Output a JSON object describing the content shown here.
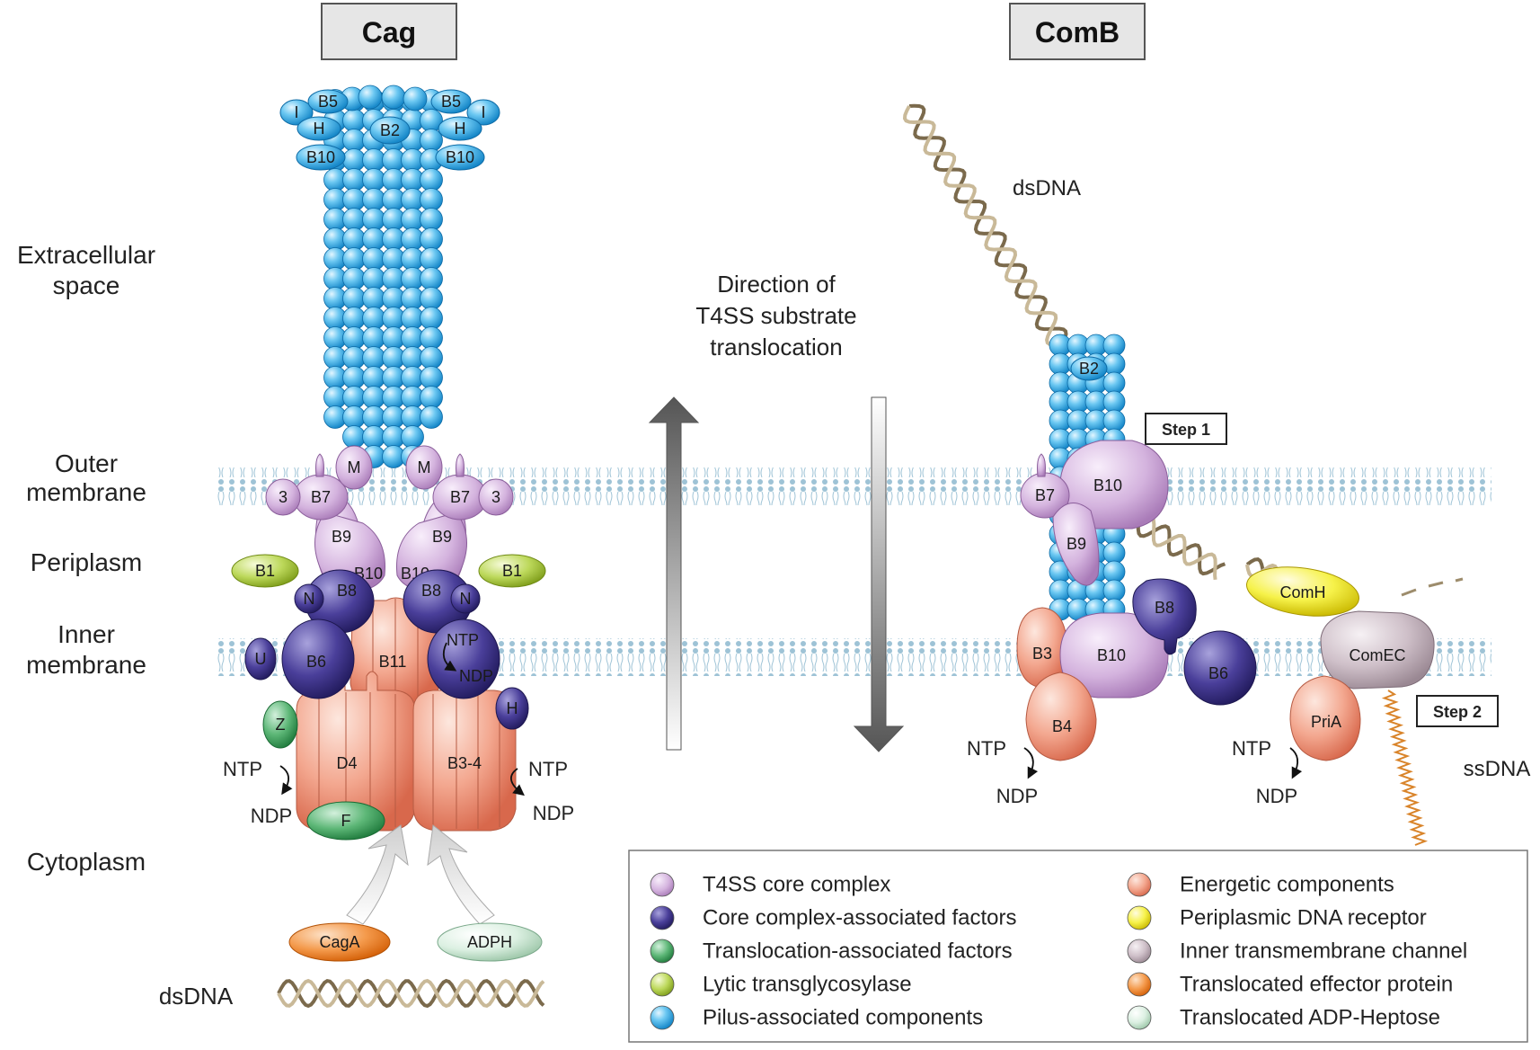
{
  "titles": {
    "cag": "Cag",
    "comb": "ComB"
  },
  "regions": {
    "extracellular": [
      "Extracellular",
      "space"
    ],
    "outer": [
      "Outer",
      "membrane"
    ],
    "periplasm": "Periplasm",
    "inner": [
      "Inner",
      "membrane"
    ],
    "cytoplasm": "Cytoplasm"
  },
  "direction": [
    "Direction of",
    "T4SS substrate",
    "translocation"
  ],
  "steps": {
    "step1": "Step 1",
    "step2": "Step 2"
  },
  "dna": {
    "dsdna_top": "dsDNA",
    "dsdna_bottom": "dsDNA",
    "ssdna": "ssDNA"
  },
  "nucleotides": {
    "ntp": "NTP",
    "ndp": "NDP"
  },
  "cag_parts": {
    "i": "I",
    "b5": "B5",
    "h": "H",
    "b10": "B10",
    "b2": "B2",
    "m": "M",
    "b7": "B7",
    "three": "3",
    "b9": "B9",
    "b1": "B1",
    "n": "N",
    "b8": "B8",
    "u": "U",
    "b6": "B6",
    "b11": "B11",
    "z": "Z",
    "d4": "D4",
    "b34": "B3-4",
    "f": "F",
    "caga": "CagA",
    "adph": "ADPH"
  },
  "comb_parts": {
    "b2": "B2",
    "b7": "B7",
    "b10": "B10",
    "b9": "B9",
    "b3": "B3",
    "b4": "B4",
    "b8": "B8",
    "b6": "B6",
    "comh": "ComH",
    "comec": "ComEC",
    "pria": "PriA"
  },
  "legend": [
    {
      "label": "T4SS core complex",
      "color": "#c9a3d4"
    },
    {
      "label": "Core complex-associated factors",
      "color": "#3f3590"
    },
    {
      "label": "Translocation-associated factors",
      "color": "#4fa56a"
    },
    {
      "label": "Lytic transglycosylase",
      "color": "#a9c83a"
    },
    {
      "label": "Pilus-associated components",
      "color": "#2fa9e6"
    },
    {
      "label": "Energetic components",
      "color": "#ef9f86"
    },
    {
      "label": "Periplasmic DNA receptor",
      "color": "#f2ee1c"
    },
    {
      "label": "Inner transmembrane channel",
      "color": "#b9a7b2"
    },
    {
      "label": "Translocated effector protein",
      "color": "#f07d22"
    },
    {
      "label": "Translocated ADP-Heptose",
      "color": "#d7eedd"
    }
  ]
}
